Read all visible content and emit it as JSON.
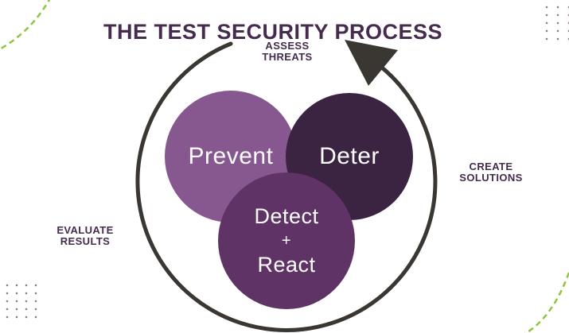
{
  "title": "THE TEST SECURITY PROCESS",
  "cycle": {
    "stages": [
      {
        "name": "assess-threats",
        "lines": [
          "ASSESS",
          "THREATS"
        ]
      },
      {
        "name": "create-solutions",
        "lines": [
          "CREATE",
          "SOLUTIONS"
        ]
      },
      {
        "name": "evaluate-results",
        "lines": [
          "EVALUATE",
          "RESULTS"
        ]
      }
    ]
  },
  "venn": {
    "circles": [
      {
        "label": "Prevent",
        "color": "#87578F"
      },
      {
        "label": "Deter",
        "color": "#3B2342"
      },
      {
        "label": "Detect + React",
        "lines": [
          "Detect",
          "+",
          "React"
        ],
        "color": "#603366"
      }
    ]
  },
  "colors": {
    "title_text": "#452B4D",
    "stage_label_text": "#452B4D",
    "circle_text": "#FFFFFF",
    "cycle_arrow": "#3A3733",
    "accent_green_dashes": "#8DC63F",
    "corner_dots": "#8A7F86",
    "background": "#FFFFFF"
  }
}
